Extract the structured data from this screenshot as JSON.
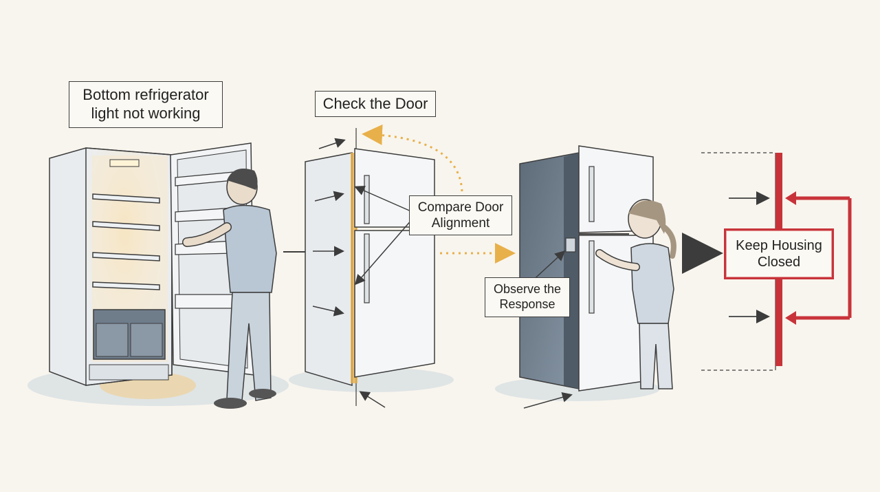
{
  "labels": {
    "problem": {
      "line1": "Bottom refrigerator",
      "line2": "light not working"
    },
    "check_door": "Check the Door",
    "compare": {
      "line1": "Compare Door",
      "line2": "Alignment"
    },
    "observe": {
      "line1": "Observe the",
      "line2": "Response"
    },
    "keep": {
      "line1": "Keep Housing",
      "line2": "Closed"
    }
  },
  "colors": {
    "background": "#f8f5ee",
    "ink": "#3c3c3c",
    "warm_light": "#f3d9a4",
    "dotted_arrow": "#e8b04a",
    "alert_red": "#c8333a",
    "shadow_blue": "#9fb2c4"
  },
  "steps": [
    "open-fridge",
    "check-door",
    "observe-response",
    "keep-housing-closed"
  ]
}
